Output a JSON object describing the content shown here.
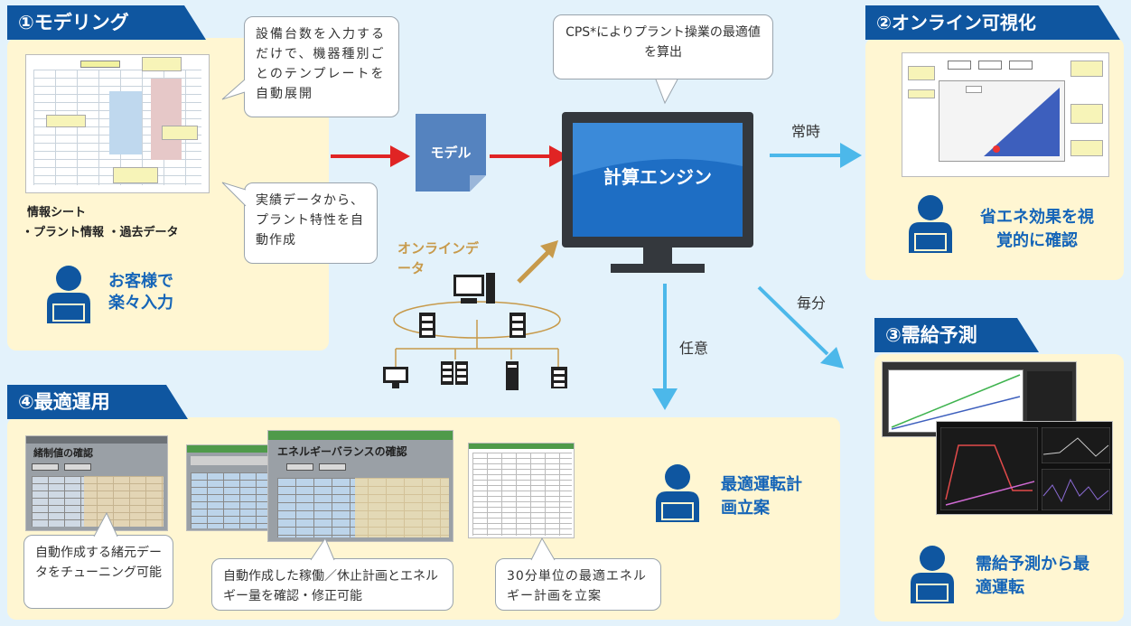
{
  "sections": {
    "modeling": "①モデリング",
    "visualization": "②オンライン可視化",
    "forecast": "③需給予測",
    "optimal": "④最適運用"
  },
  "bubbles": {
    "template": "設備台数を入力するだけで、機器種別ごとのテンプレートを自動展開",
    "actual": "実績データから、プラント特性を自動作成",
    "cps": "CPS*によりプラント操業の最適値を算出",
    "tuning": "自動作成する緒元データをチューニング可能",
    "confirm": "自動作成した稼働／休止計画とエネルギー量を確認・修正可能",
    "plan30": "30分単位の最適エネルギー計画を立案"
  },
  "info_sheet": {
    "title": "情報シート",
    "items": "・プラント情報 ・過去データ"
  },
  "users": {
    "customer": "お客様で楽々入力",
    "energy_check": "省エネ効果を視覚的に確認",
    "forecast_op": "需給予測から最適運転",
    "op_plan": "最適運転計画立案"
  },
  "engine": {
    "label": "計算エンジン"
  },
  "model_doc": {
    "label": "モデル"
  },
  "online_data": "オンラインデータ",
  "arrows": {
    "always": "常時",
    "every_minute": "毎分",
    "any": "任意"
  },
  "thumbnails": {
    "spec_check": "緒制値の確認",
    "energy_balance": "エネルギーバランスの確認"
  },
  "colors": {
    "tab": "#0f56a0",
    "panel": "#fff6d2",
    "background": "#e3f2fb",
    "red_arrow": "#e02424",
    "blue_arrow": "#4cb8ea",
    "gold_arrow": "#c79a4b",
    "accent_text": "#1565b8"
  }
}
